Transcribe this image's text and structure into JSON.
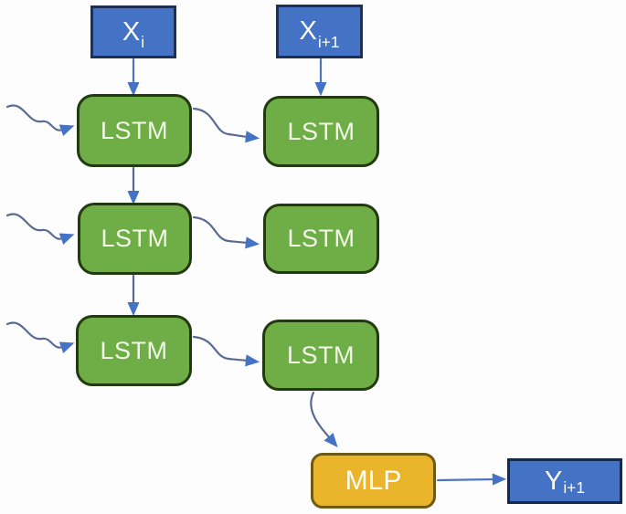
{
  "diagram": {
    "nodes": {
      "x_i": {
        "base": "X",
        "sub": "i"
      },
      "x_i_plus_1": {
        "base": "X",
        "sub": "i+1"
      },
      "lstm_label": "LSTM",
      "mlp_label": "MLP",
      "y_i_plus_1": {
        "base": "Y",
        "sub": "i+1"
      }
    },
    "colors": {
      "input-fill": "#4472C4",
      "input-border": "#1F3050",
      "lstm-fill": "#6FAE47",
      "lstm-border": "#223A10",
      "mlp-fill": "#EAB42B",
      "mlp-border": "#6E5A13",
      "output-fill": "#4472C4",
      "output-border": "#17294A",
      "arrow": "#5B6A92",
      "arrowhead": "#4472C4",
      "text": "#FAFCF5"
    }
  }
}
